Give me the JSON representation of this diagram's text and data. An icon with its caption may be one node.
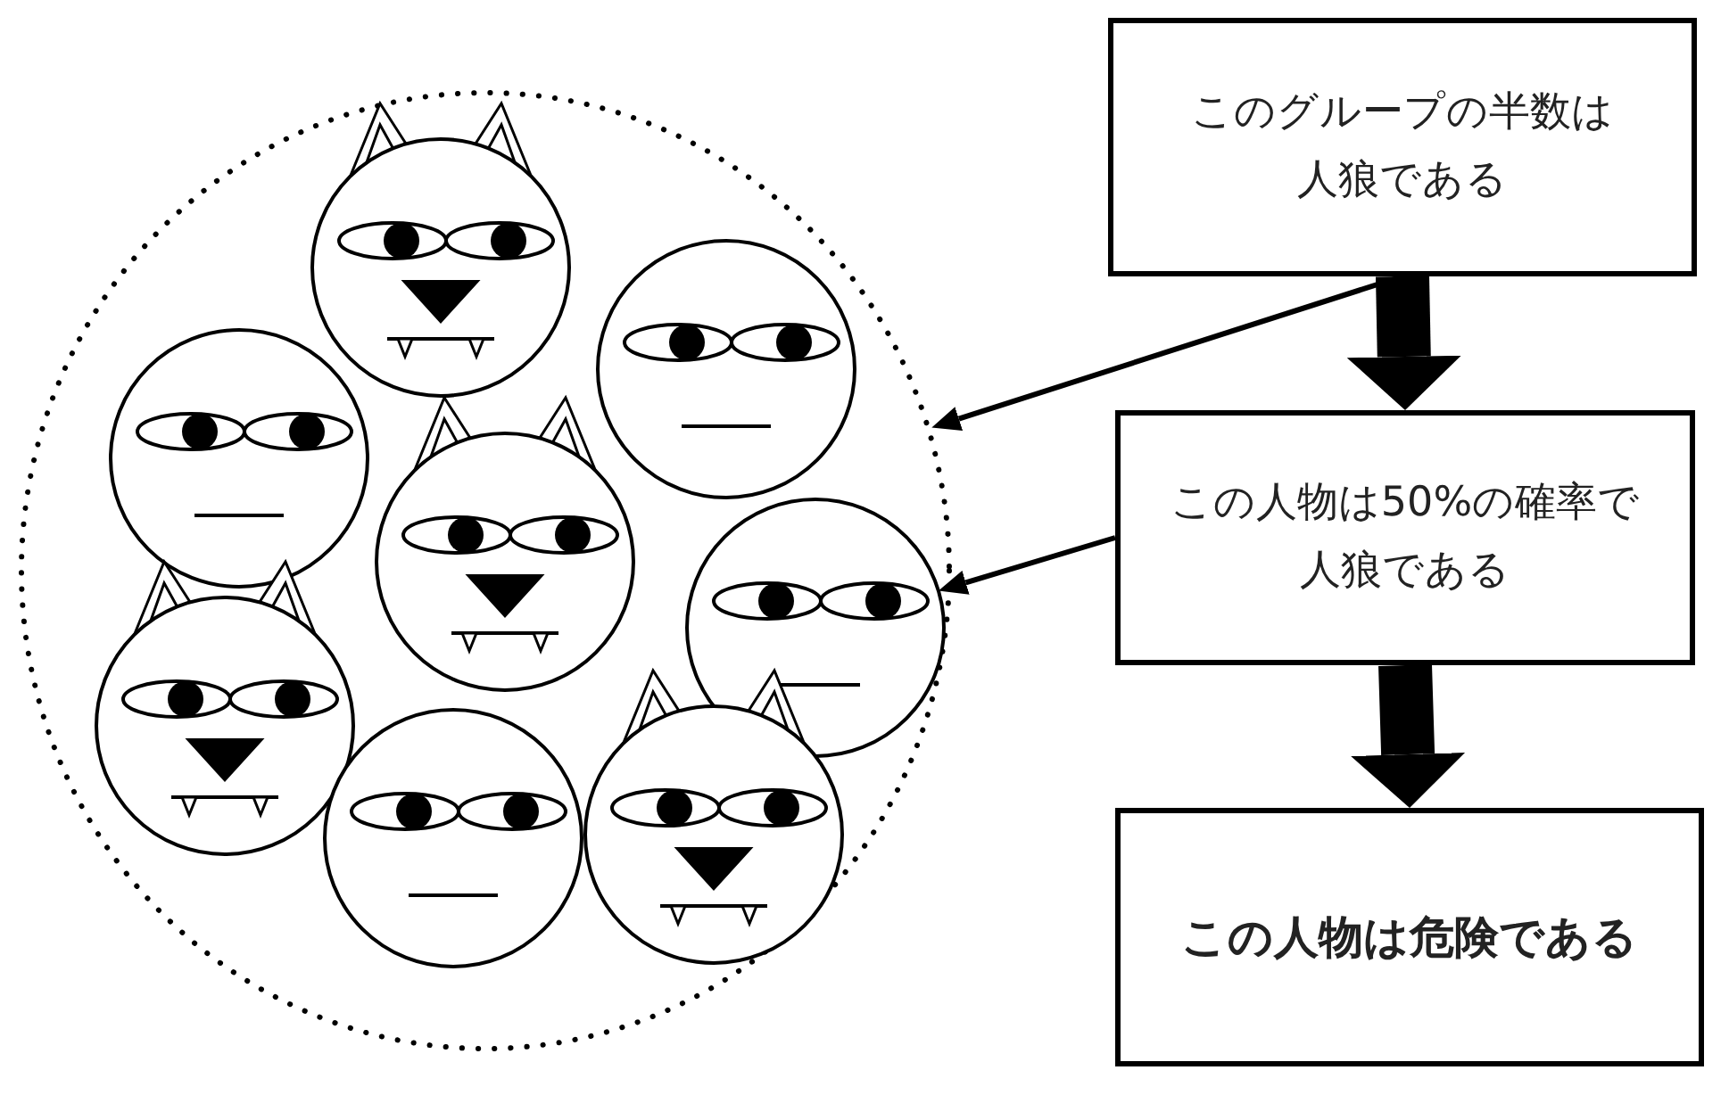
{
  "diagram": {
    "nodes": [
      {
        "text": [],
        "shape": "circle"
      },
      {
        "text": [],
        "shape": "circle",
        "in": 0
      },
      {
        "text": [],
        "shape": "circle",
        "in": 0
      },
      {
        "text": [],
        "shape": "circle",
        "in": 0
      },
      {
        "text": [],
        "shape": "circle",
        "in": 0
      },
      {
        "text": [],
        "shape": "circle",
        "in": 0
      },
      {
        "text": [],
        "shape": "circle",
        "in": 0
      },
      {
        "text": [],
        "shape": "circle",
        "in": 0
      },
      {
        "text": [],
        "shape": "circle",
        "in": 0
      },
      {
        "text": [
          "このグループの半数は人狼である"
        ]
      },
      {
        "text": [
          "この人物は50%の確率で人狼である"
        ]
      },
      {
        "text": [
          "この人物は危険である"
        ]
      }
    ],
    "edges": [
      {
        "from": 9,
        "to": 0,
        "arrow": "to"
      },
      {
        "from": 9,
        "to": 10,
        "arrow": "to",
        "style": "thick"
      },
      {
        "from": 10,
        "to": 5,
        "arrow": "to"
      },
      {
        "from": 10,
        "to": 11,
        "arrow": "to",
        "style": "thick"
      }
    ]
  }
}
